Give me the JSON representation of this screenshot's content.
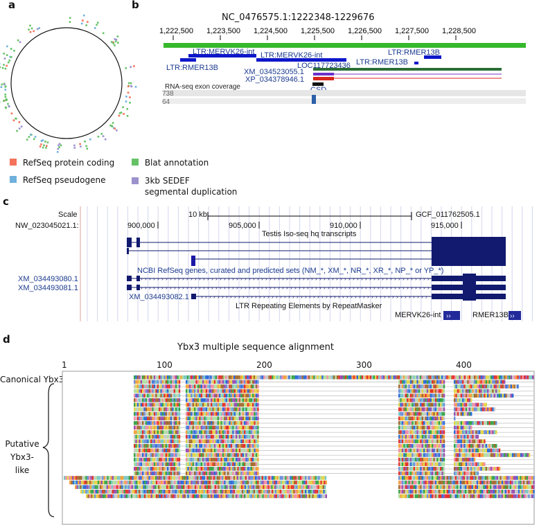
{
  "panel_a": {
    "label": "a",
    "legend": [
      {
        "label": "RefSeq protein coding",
        "color": "#f4735a"
      },
      {
        "label": "RefSeq pseudogene",
        "color": "#6fb1dc"
      },
      {
        "label": "Blat annotation",
        "color": "#66c267"
      },
      {
        "label": "3kb SEDEF\nsegmental duplication",
        "color": "#9b92cd"
      }
    ]
  },
  "panel_b": {
    "label": "b",
    "title": "NC_0476575.1:1222348-1229676",
    "ticks": [
      "1,222,500",
      "1,223,500",
      "1,224,500",
      "1,225,500",
      "1,226,500",
      "1,227,500",
      "1,228,500"
    ],
    "features": {
      "ltr_merv_1": "LTR:MERVK26-int",
      "ltr_merv_2": "LTR:MERVK26-int",
      "ltr_rmer_1": "LTR:RMER13B",
      "ltr_rmer_2": "LTR:RMER13B",
      "ltr_rmer_3": "LTR:RMER13B",
      "loc": "LOC117723436",
      "xm": "XM_034523055.1",
      "xp": "XP_034378946.1",
      "csd": "CSD",
      "rna_title": "RNA-seq exon coverage",
      "rna_max": "738",
      "rna_min": "64"
    },
    "colors": {
      "top_bar": "#36b82c",
      "ltr": "#0e17c9",
      "gene": "#2a6e35"
    }
  },
  "panel_c": {
    "label": "c",
    "scale_label": "Scale",
    "scale_value": "10 kb",
    "assembly": "GCF_011762505.1",
    "chrom": "NW_023045021.1:",
    "positions": [
      "900,000",
      "905,000",
      "910,000",
      "915,000"
    ],
    "track_isoseq": "Testis Iso-seq hq transcripts",
    "track_refseq": "NCBI RefSeq genes, curated and predicted sets (NM_*, XM_*, NR_*, XR_*, NP_* or YP_*)",
    "track_rmsk": "LTR Repeating Elements by RepeatMasker",
    "genes": [
      "XM_034493080.1",
      "XM_034493081.1",
      "XM_034493082.1"
    ],
    "repeats": [
      "MERVK26-int",
      "RMER13B"
    ]
  },
  "panel_d": {
    "label": "d",
    "title": "Ybx3 multiple sequence alignment",
    "ticks": [
      "1",
      "100",
      "200",
      "300",
      "400"
    ],
    "canonical": "Canonical Ybx3",
    "putative": "Putative\nYbx3-like"
  }
}
